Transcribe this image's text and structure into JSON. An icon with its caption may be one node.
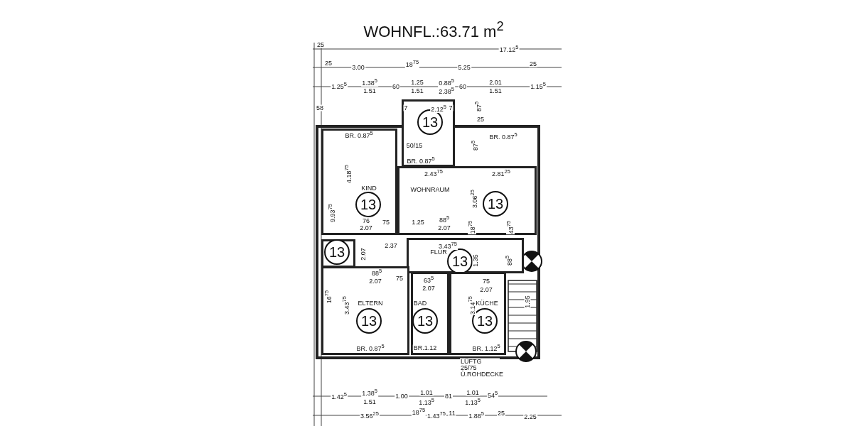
{
  "diagram": {
    "title": "WOHNFL.:63.71 m$^{2}$",
    "nodes": [
      {
        "text": [
          "13"
        ]
      },
      {
        "text": [
          "KIND",
          "13"
        ]
      },
      {
        "text": [
          "WOHNRAUM",
          "13"
        ]
      },
      {
        "text": [
          "13"
        ]
      },
      {
        "text": [
          "FLUR",
          "13"
        ]
      },
      {
        "text": [
          "ELTERN",
          "13"
        ]
      },
      {
        "text": [
          "BAD",
          "13"
        ]
      },
      {
        "text": [
          "KÜCHE",
          "13"
        ]
      }
    ],
    "labels": [
      "17.12$^{5}$",
      "25",
      "25",
      "3.00",
      "18$^{75}$",
      "5.25",
      "25",
      "1.25$^{5}$",
      "1.38$^{5}$",
      "1.51",
      "60",
      "1.25",
      "1.51",
      "0.88$^{5}$",
      "2.38$^{5}$",
      "60",
      "2.01",
      "1.51",
      "1.15$^{5}$",
      "58",
      "7",
      "2.12$^{5}$",
      "7",
      "87$^{5}$",
      "25",
      "BR. 0.87$^{5}$",
      "BR. 0.87$^{5}$",
      "50/15",
      "BR. 0.87$^{5}$",
      "87$^{5}$",
      "2.43$^{75}$",
      "2.81$^{25}$",
      "4.18$^{75}$",
      "3.06$^{25}$",
      "9.93$^{75}$",
      "76",
      "2.07",
      "75",
      "1.25",
      "88$^{5}$",
      "2.07",
      "18$^{75}$",
      "43$^{75}$",
      "2.37",
      "3.43$^{75}$",
      "2.07",
      "1.35",
      "88$^{5}$",
      "88$^{5}$",
      "2.07",
      "75",
      "63$^{5}$",
      "2.07",
      "75",
      "2.07",
      "3.43$^{75}$",
      "3.14$^{75}$",
      "1.95",
      "BR. 0.87$^{5}$",
      "BR.1.12",
      "BR. 1.12$^{5}$",
      "LÜFTG 25/75 Ü.ROHDECKE",
      "1.42$^{5}$",
      "1.38$^{5}$",
      "1.51",
      "1.00",
      "1.01",
      "1.13$^{5}$",
      "81",
      "1.01",
      "1.13$^{5}$",
      "54$^{5}$",
      "3.56$^{25}$",
      "18$^{75}$",
      "1.43$^{75}$",
      "11",
      "1.88$^{5}$",
      "25",
      "2.25",
      "16$^{75}$"
    ]
  }
}
